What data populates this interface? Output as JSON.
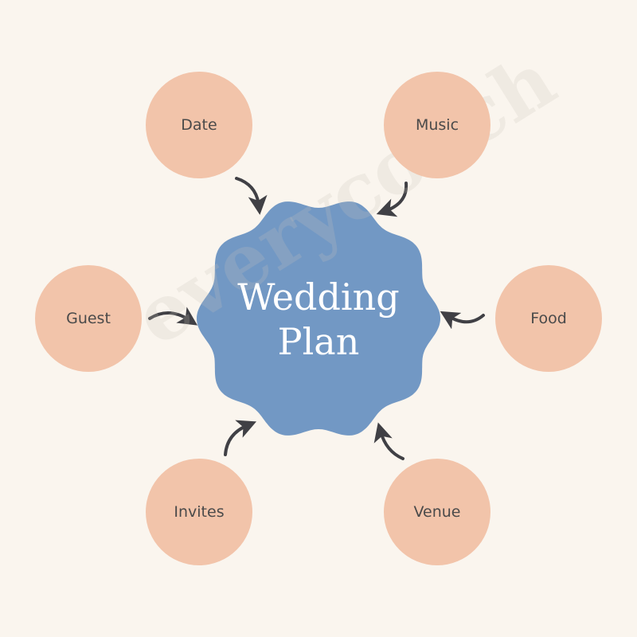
{
  "center": {
    "line1": "Wedding",
    "line2": "Plan"
  },
  "nodes": [
    {
      "label": "Date"
    },
    {
      "label": "Music"
    },
    {
      "label": "Guest"
    },
    {
      "label": "Food"
    },
    {
      "label": "Invites"
    },
    {
      "label": "Venue"
    }
  ],
  "watermark": "everycoach",
  "colors": {
    "background": "#faf5ee",
    "node": "#f2c4aa",
    "center": "#7298c4",
    "arrow": "#404045",
    "text": "#4a4a4a"
  }
}
